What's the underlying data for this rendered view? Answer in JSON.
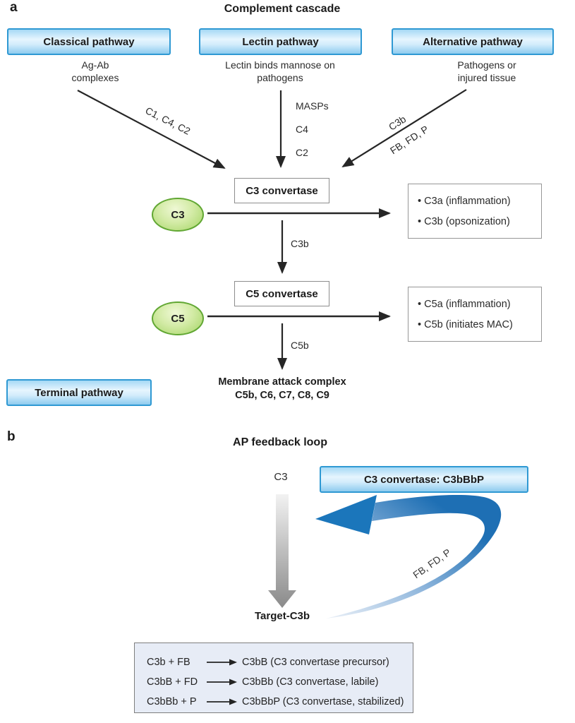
{
  "colors": {
    "pathway_box_border": "#2f99d3",
    "pathway_box_fill": "#cfeafa",
    "substrate_green_fill": "#b8df7f",
    "substrate_green_border": "#61a733",
    "arrow_black": "#262626",
    "feedback_loop_blue": "#1b76bb",
    "gray_arrow": "#8a8a8a",
    "reaction_box_fill": "#e7ecf6"
  },
  "panel_a": {
    "label": "a",
    "title": "Complement cascade",
    "pathways": [
      {
        "name": "Classical pathway",
        "trigger": "Ag-Ab\ncomplexes"
      },
      {
        "name": "Lectin pathway",
        "trigger": "Lectin binds mannose on\npathogens"
      },
      {
        "name": "Alternative pathway",
        "trigger": "Pathogens or\ninjured tissue"
      }
    ],
    "arrow_labels": {
      "classical": "C1, C4, C2",
      "lectin_1": "MASPs",
      "lectin_2": "C4",
      "lectin_3": "C2",
      "alternative_1": "C3b",
      "alternative_2": "FB, FD, P"
    },
    "c3_row": {
      "substrate": "C3",
      "enzyme": "C3 convertase",
      "products": [
        "• C3a (inflammation)",
        "• C3b (opsonization)"
      ],
      "down_label": "C3b"
    },
    "c5_row": {
      "substrate": "C5",
      "enzyme": "C5 convertase",
      "products": [
        "• C5a (inflammation)",
        "• C5b (initiates MAC)"
      ],
      "down_label": "C5b"
    },
    "terminal": {
      "name": "Terminal pathway",
      "mac_title": "Membrane attack complex",
      "mac_components": "C5b, C6, C7, C8, C9"
    }
  },
  "panel_b": {
    "label": "b",
    "title": "AP feedback loop",
    "substrate": "C3",
    "convertase": "C3 convertase: C3bBbP",
    "target": "Target-C3b",
    "loop_label": "FB, FD, P",
    "reactions": [
      {
        "lhs": "C3b + FB",
        "rhs": "C3bB (C3 convertase precursor)"
      },
      {
        "lhs": "C3bB + FD",
        "rhs": "C3bBb (C3 convertase, labile)"
      },
      {
        "lhs": "C3bBb + P",
        "rhs": "C3bBbP (C3 convertase, stabilized)"
      }
    ]
  }
}
